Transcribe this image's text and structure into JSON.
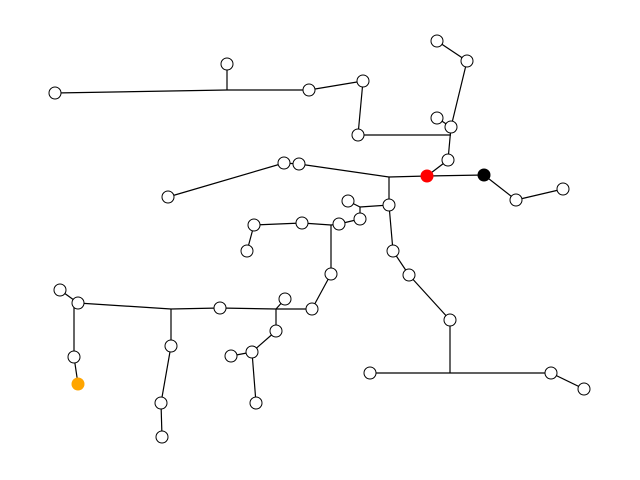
{
  "diagram": {
    "type": "tree-graph",
    "colors": {
      "background": "#ffffff",
      "edge": "#000000",
      "node_default_fill": "#ffffff",
      "node_red": "#ff0000",
      "node_black": "#000000",
      "node_orange": "#ffa500"
    },
    "special_nodes": [
      {
        "name": "red-node",
        "color": "red"
      },
      {
        "name": "black-node",
        "color": "black"
      },
      {
        "name": "orange-node",
        "color": "orange"
      }
    ]
  }
}
